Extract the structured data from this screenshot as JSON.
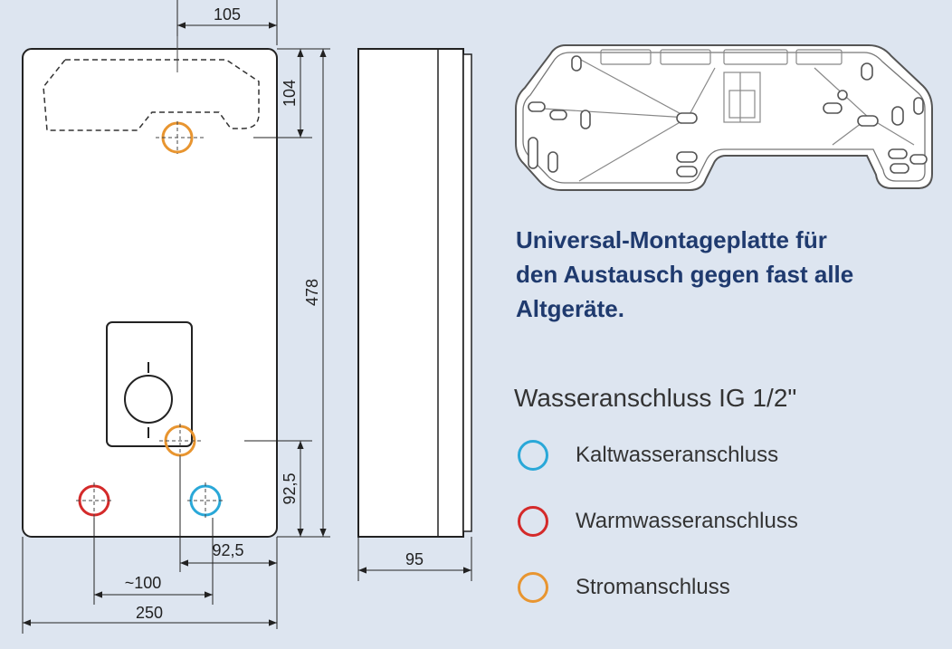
{
  "colors": {
    "background": "#dde5f0",
    "cold": "#2aa8d8",
    "warm": "#d42a2a",
    "power": "#e89530",
    "headline": "#1f3a6e"
  },
  "dimensions": {
    "top_offset": "105",
    "upper_height": "104",
    "total_height": "478",
    "lower_height": "92,5",
    "lower_offset": "92,5",
    "approx_spacing": "~100",
    "width": "250",
    "depth": "95"
  },
  "headline": {
    "line1": "Universal-Montageplatte für",
    "line2": "den Austausch gegen fast alle",
    "line3": "Altgeräte."
  },
  "legend": {
    "title": "Wasseranschluss IG 1/2\"",
    "items": [
      {
        "label": "Kaltwasseranschluss",
        "color": "#2aa8d8",
        "icon": "cold-water-ring-icon"
      },
      {
        "label": "Warmwasseranschluss",
        "color": "#d42a2a",
        "icon": "warm-water-ring-icon"
      },
      {
        "label": "Stromanschluss",
        "color": "#e89530",
        "icon": "power-ring-icon"
      }
    ]
  }
}
